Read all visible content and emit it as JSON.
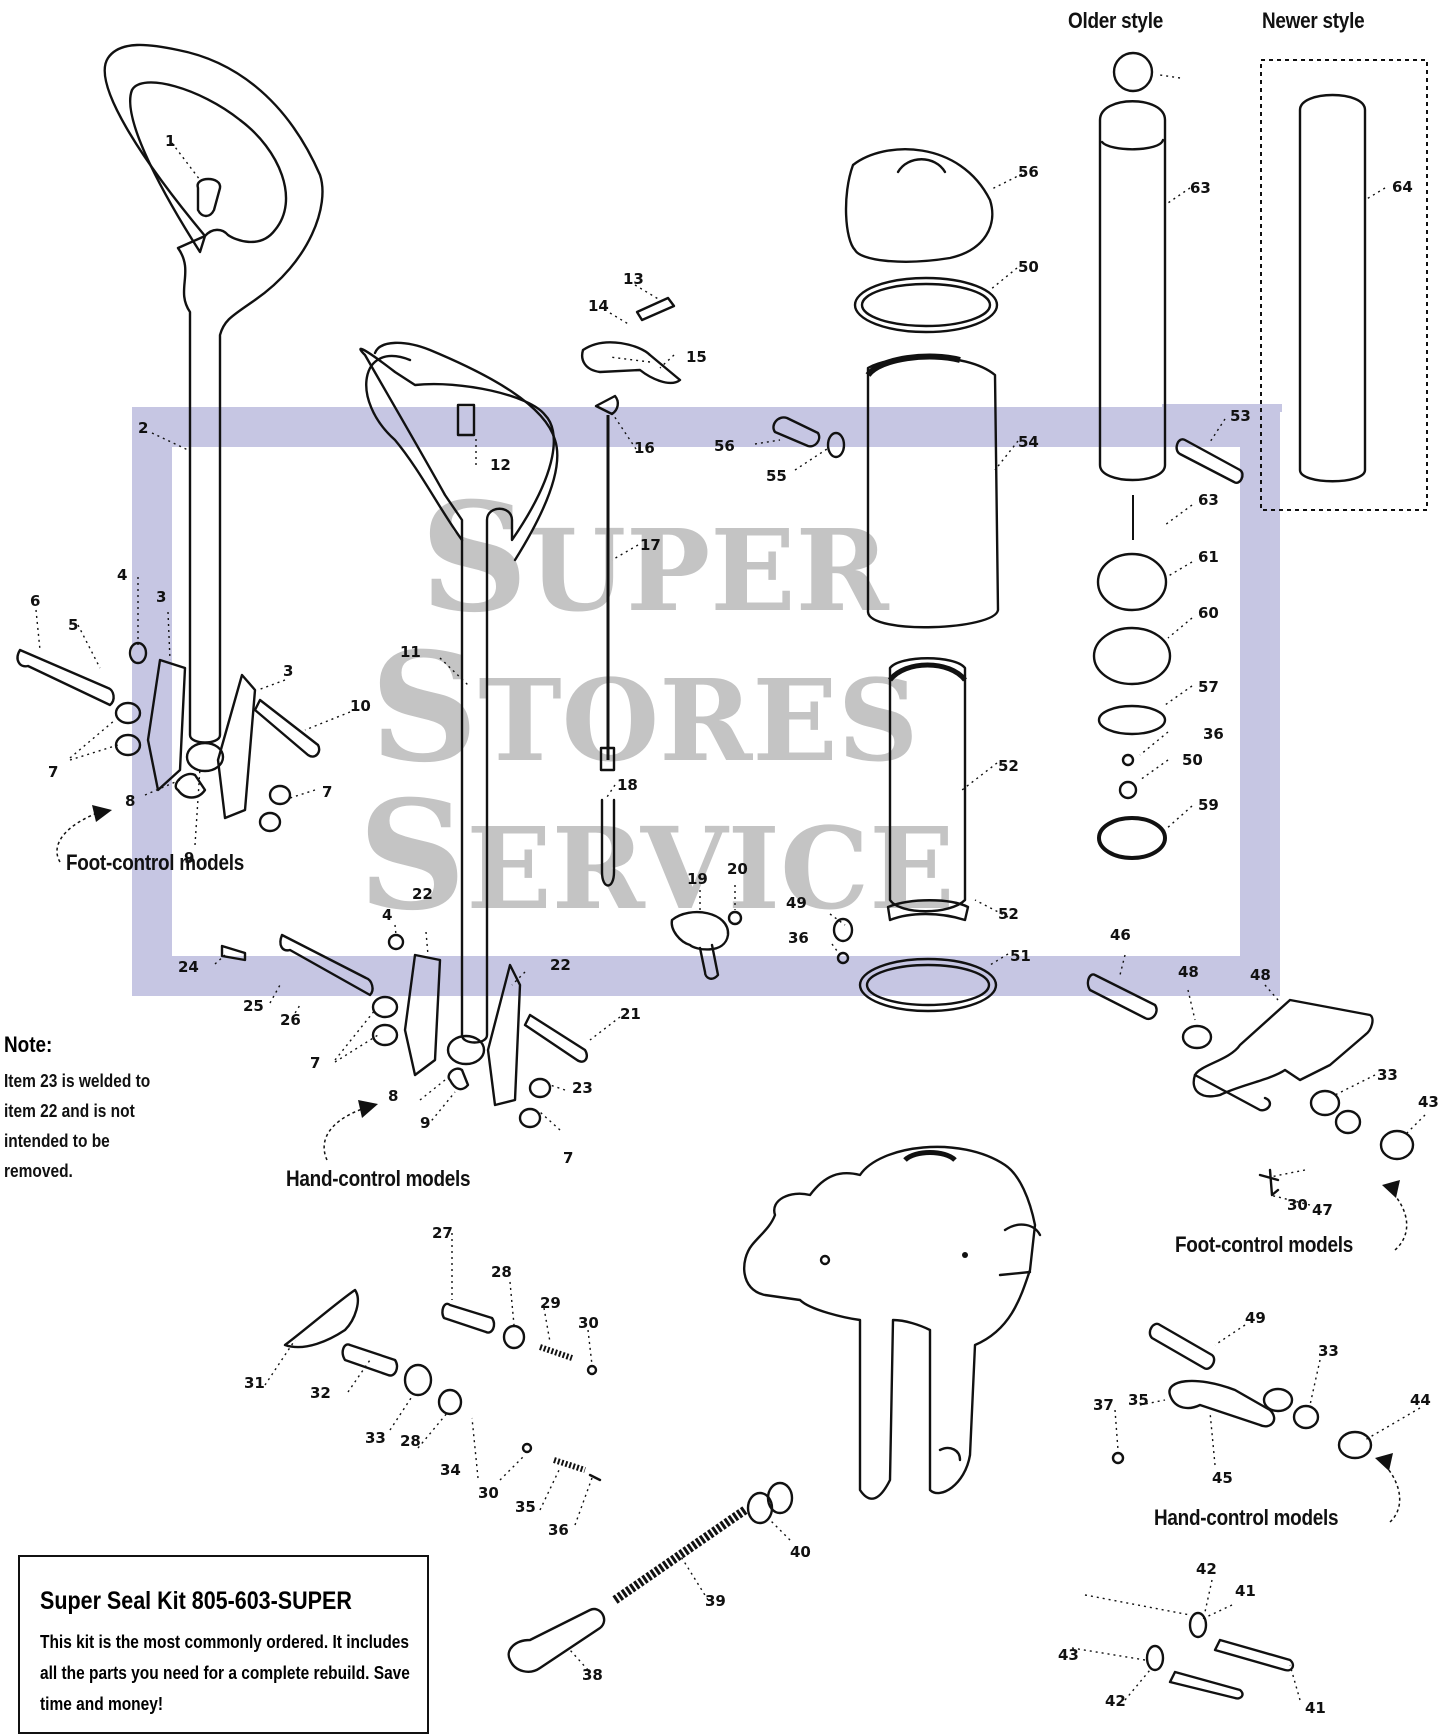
{
  "headers": {
    "older_style": "Older style",
    "newer_style": "Newer style"
  },
  "watermark": {
    "line1": "SUPER",
    "line2": "STORES",
    "line3": "SERVICE",
    "color": "#c6c6e3"
  },
  "section_labels": {
    "foot_left": "Foot-control models",
    "hand_left": "Hand-control models",
    "foot_right": "Foot-control models",
    "hand_right": "Hand-control models"
  },
  "note": {
    "title": "Note:",
    "body": "Item 23 is welded to item 22 and is not intended to be removed."
  },
  "kit": {
    "title": "Super Seal Kit 805-603-SUPER",
    "body": "This kit is the most commonly ordered. It includes all the parts you need for a complete rebuild. Save time and money!"
  },
  "part_numbers": [
    "1",
    "2",
    "3",
    "3",
    "4",
    "4",
    "5",
    "6",
    "7",
    "7",
    "7",
    "7",
    "8",
    "8",
    "9",
    "9",
    "10",
    "11",
    "12",
    "13",
    "14",
    "15",
    "16",
    "17",
    "18",
    "19",
    "20",
    "21",
    "22",
    "22",
    "23",
    "24",
    "25",
    "26",
    "27",
    "28",
    "28",
    "29",
    "30",
    "30",
    "30",
    "31",
    "32",
    "33",
    "33",
    "33",
    "34",
    "35",
    "35",
    "36",
    "36",
    "36",
    "37",
    "38",
    "39",
    "40",
    "41",
    "41",
    "42",
    "42",
    "43",
    "43",
    "44",
    "45",
    "46",
    "47",
    "48",
    "48",
    "49",
    "49",
    "50",
    "50",
    "51",
    "52",
    "52",
    "53",
    "54",
    "55",
    "56",
    "56",
    "57",
    "59",
    "60",
    "61",
    "63",
    "63",
    "64"
  ]
}
